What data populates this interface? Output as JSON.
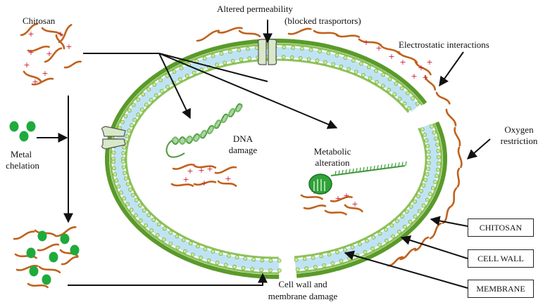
{
  "labels": {
    "chitosan_top": "Chitosan",
    "altered_permeability": "Altered permeability",
    "blocked_transporters": "(blocked trasportors)",
    "electrostatic": "Electrostatic interactions",
    "oxygen_line1": "Oxygen",
    "oxygen_line2": "restriction",
    "metal_line1": "Metal",
    "metal_line2": "chelation",
    "dna_line1": "DNA",
    "dna_line2": "damage",
    "metabolic_line1": "Metabolic",
    "metabolic_line2": "alteration",
    "cellwall_damage_line1": "Cell wall and",
    "cellwall_damage_line2": "membrane damage"
  },
  "legend_boxes": {
    "chitosan": "CHITOSAN",
    "cell_wall": "CELL WALL",
    "membrane": "MEMBRANE"
  },
  "charge_symbol": "+",
  "colors": {
    "cell_wall": "#5a9a2a",
    "membrane_band": "#bfe3f2",
    "phospholipid_head": "#c9e89a",
    "chitosan_strand": "#c0621c",
    "charge": "#cc1f3a",
    "metal_ion": "#1faa3c",
    "arrow": "#111111"
  }
}
